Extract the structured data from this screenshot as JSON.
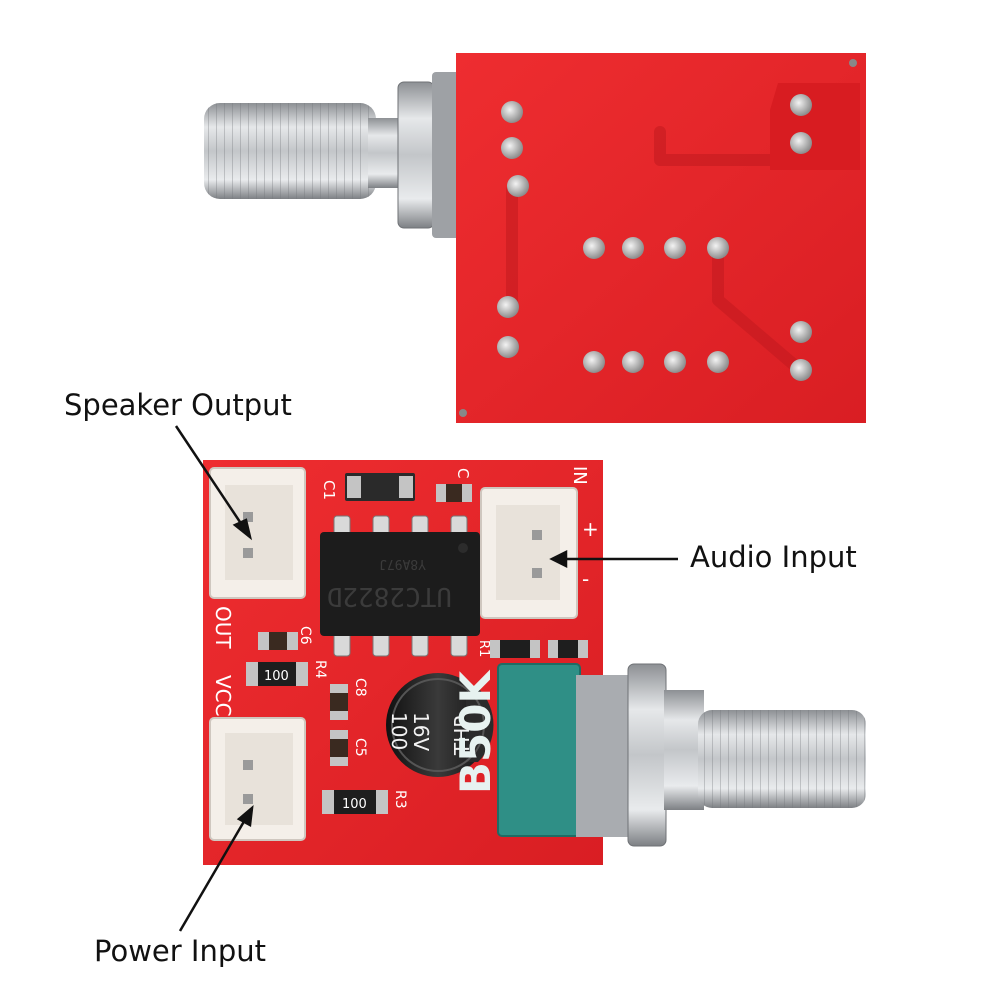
{
  "labels": {
    "speaker_output": "Speaker Output",
    "audio_input": "Audio Input",
    "power_input": "Power Input"
  },
  "board_text": {
    "chip": "UTC2822D",
    "chip_small": "Y8A97J",
    "potentiometer": "B50K",
    "cap_value": "100",
    "cap_voltage": "16V",
    "cap_type": "THP",
    "resistor_top": "100",
    "resistor_bottom": "100",
    "silk_out": "OUT",
    "silk_vcc": "VCC",
    "silk_in": "IN",
    "silk_plus": "+",
    "silk_minus": "-",
    "ref_c1": "C1",
    "ref_c2": "C",
    "ref_c6": "C6",
    "ref_r4": "R4",
    "ref_c8": "C8",
    "ref_c5": "C5",
    "ref_r3": "R3",
    "ref_r1": "R1"
  },
  "colors": {
    "pcb": "#e8262a",
    "pcb_dark": "#c41a1f",
    "connector": "#f4efe9",
    "chip": "#1c1c1c",
    "pot_body": "#2f8f86",
    "metal": "#b9bcbf"
  }
}
